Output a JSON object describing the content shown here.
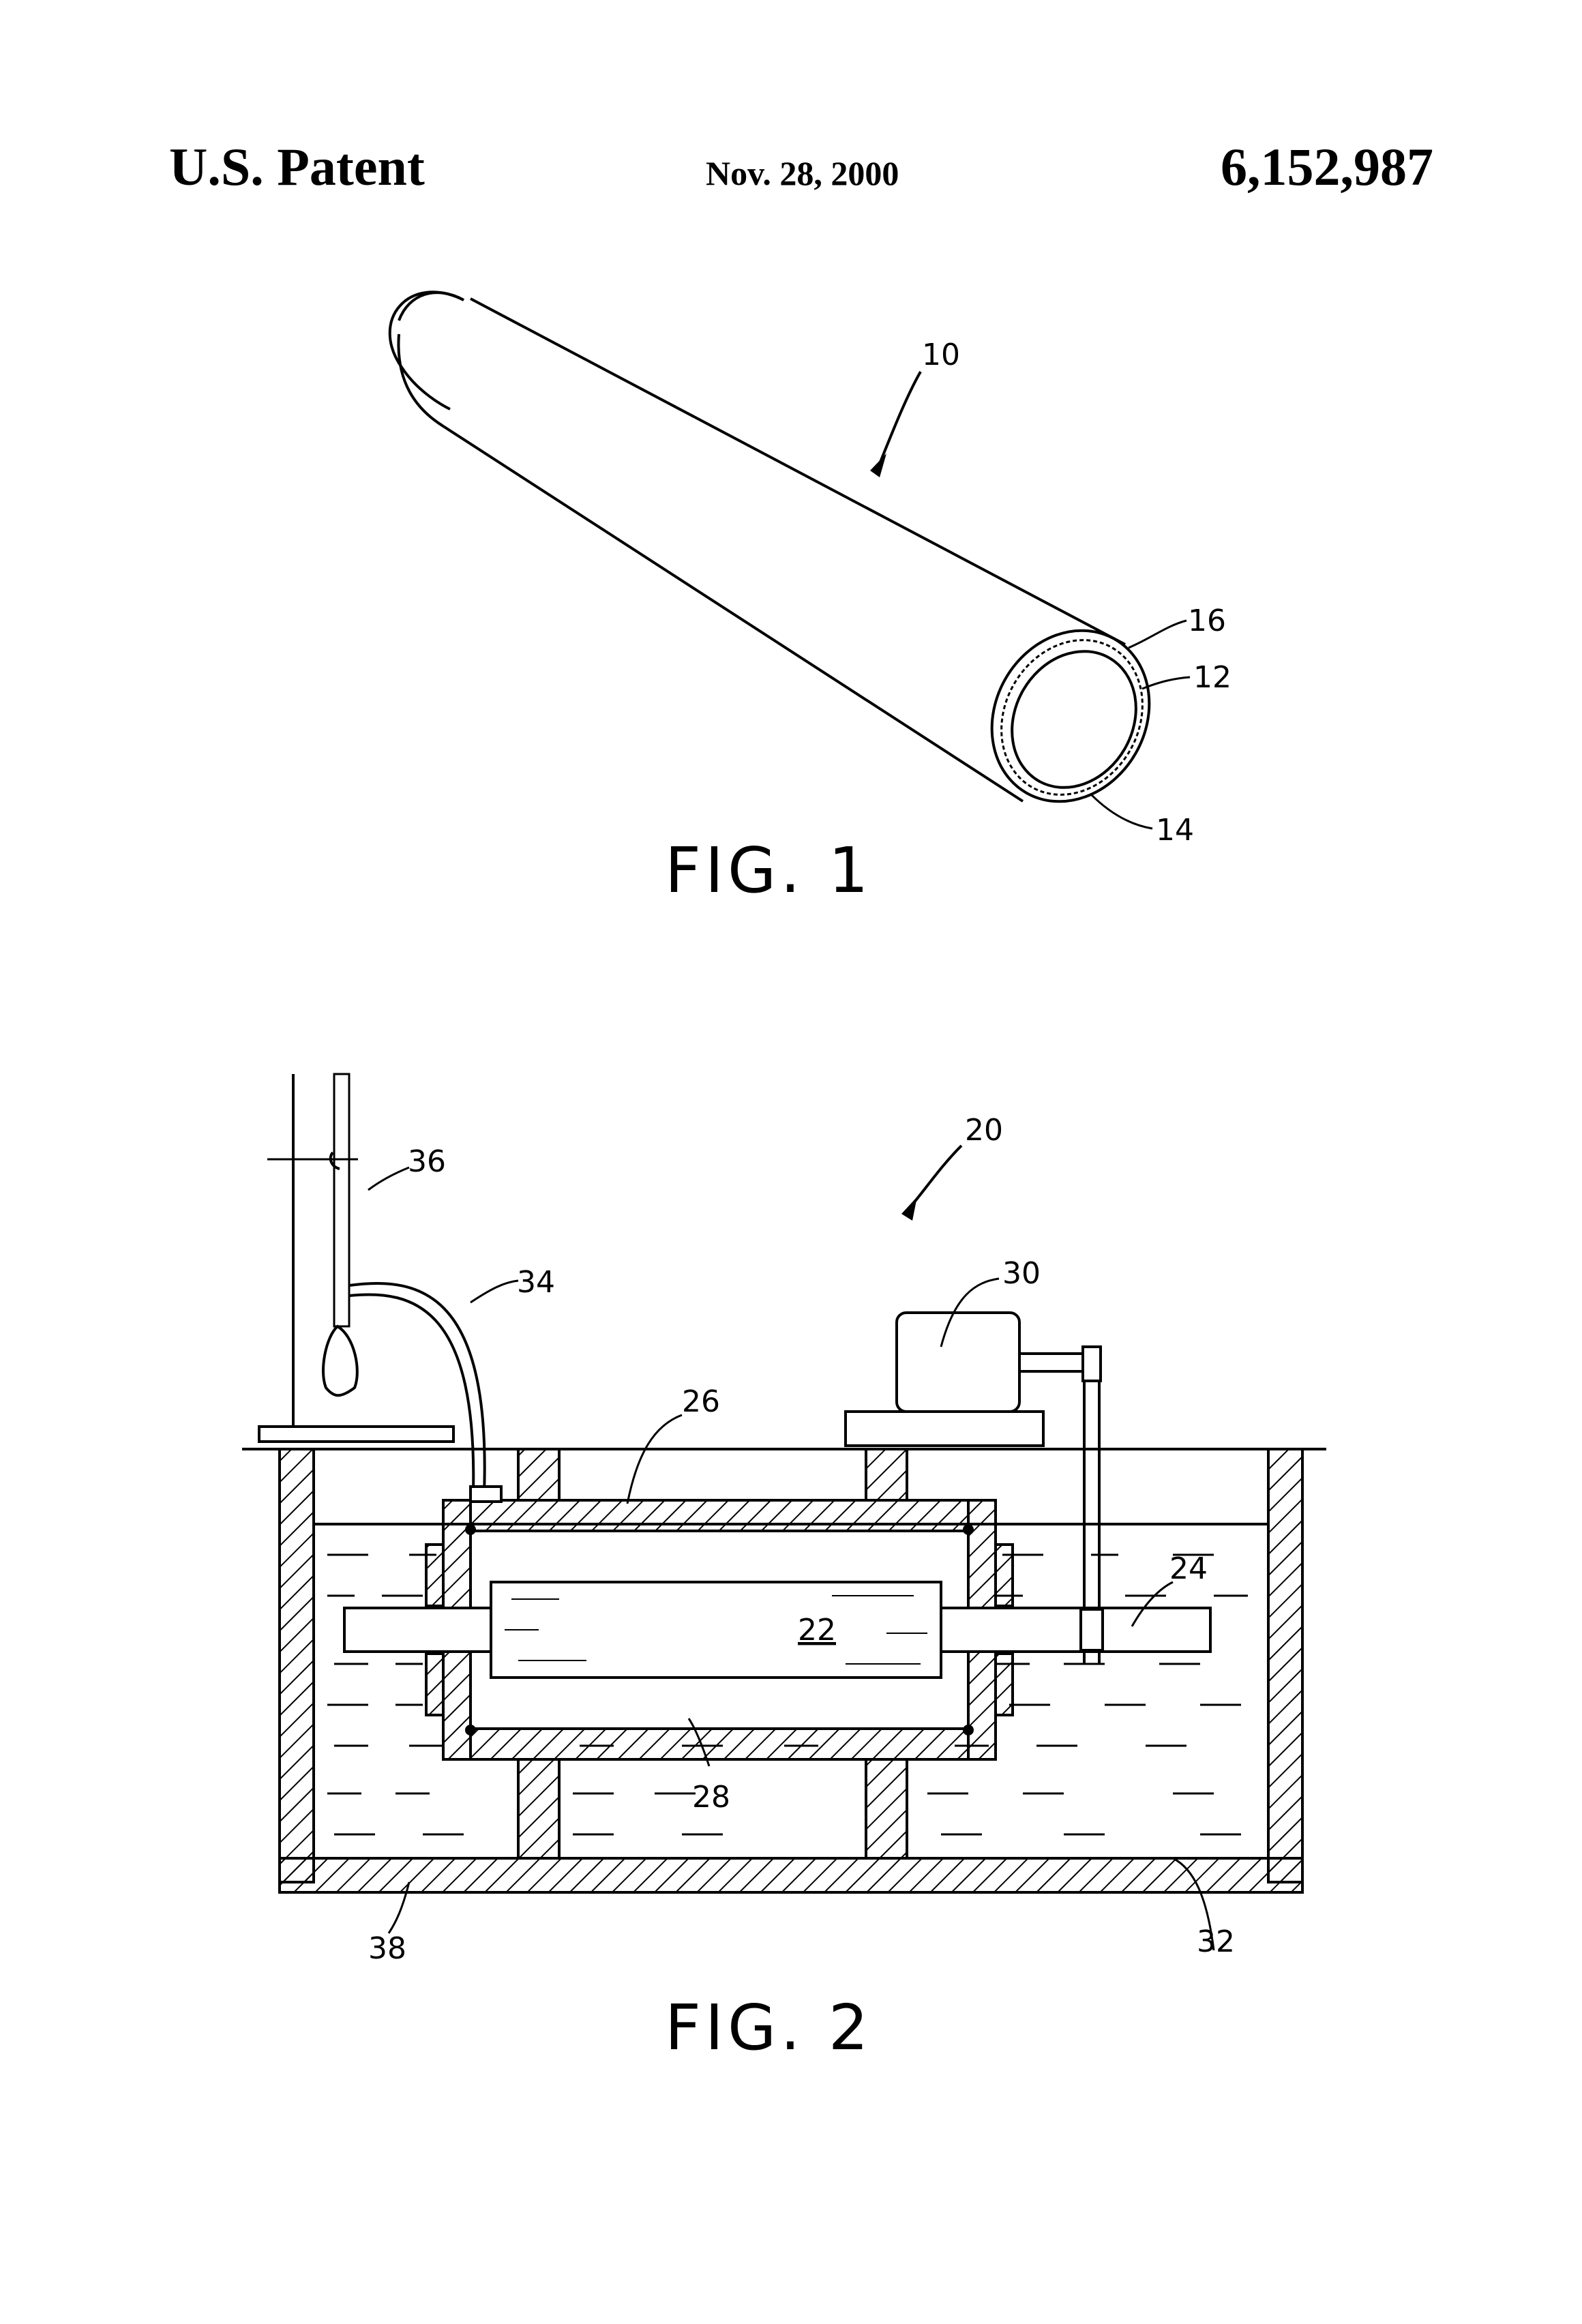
{
  "header": {
    "left": "U.S. Patent",
    "date": "Nov. 28, 2000",
    "number": "6,152,987"
  },
  "figure1": {
    "caption": "FIG. 1",
    "refs": {
      "r10": "10",
      "r16": "16",
      "r12": "12",
      "r14": "14"
    }
  },
  "figure2": {
    "caption": "FIG. 2",
    "refs": {
      "r20": "20",
      "r36": "36",
      "r34": "34",
      "r30": "30",
      "r26": "26",
      "r24": "24",
      "r22": "22",
      "r28": "28",
      "r38": "38",
      "r32": "32"
    }
  }
}
